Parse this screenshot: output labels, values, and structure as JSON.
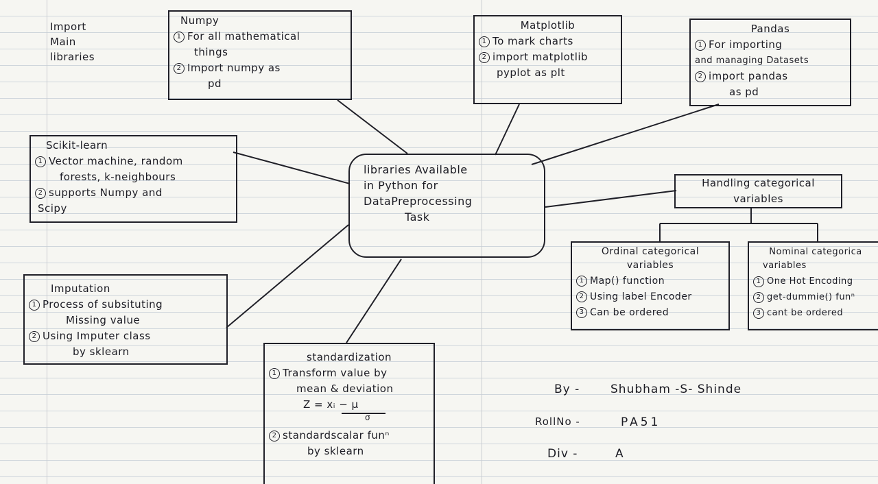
{
  "header": {
    "lines": [
      "Import",
      "Main",
      "libraries"
    ]
  },
  "center": {
    "lines": [
      "libraries Available",
      "in Python for",
      "DataPreprocessing",
      "Task"
    ]
  },
  "numpy": {
    "title": "Numpy",
    "items": [
      {
        "num": "1",
        "text": "For all mathematical",
        "cont": "things"
      },
      {
        "num": "2",
        "text": "Import numpy as",
        "cont": "pd"
      }
    ]
  },
  "matplotlib": {
    "title": "Matplotlib",
    "items": [
      {
        "num": "1",
        "text": "To mark charts"
      },
      {
        "num": "2",
        "text": "import matplotlib",
        "cont": "pyplot as plt"
      }
    ]
  },
  "pandas": {
    "title": "Pandas",
    "items": [
      {
        "num": "1",
        "text": "For importing",
        "cont": "and managing Datasets"
      },
      {
        "num": "2",
        "text": "import pandas",
        "cont": "as pd"
      }
    ]
  },
  "sklearn": {
    "title": "Scikit-learn",
    "items": [
      {
        "num": "1",
        "text": "Vector machine, random",
        "cont": "forests, k-neighbours"
      },
      {
        "num": "2",
        "text": "supports Numpy and",
        "cont": "Scipy"
      }
    ]
  },
  "categorical": {
    "lines": [
      "Handling categorical",
      "variables"
    ]
  },
  "ordinal": {
    "title": [
      "Ordinal categorical",
      "variables"
    ],
    "items": [
      {
        "num": "1",
        "text": "Map() function"
      },
      {
        "num": "2",
        "text": "Using label Encoder"
      },
      {
        "num": "3",
        "text": "Can be ordered"
      }
    ]
  },
  "nominal": {
    "title": [
      "Nominal categorica",
      "variables"
    ],
    "items": [
      {
        "num": "1",
        "text": "One Hot Encoding"
      },
      {
        "num": "2",
        "text": "get-dummie() funⁿ"
      },
      {
        "num": "3",
        "text": "cant be ordered"
      }
    ]
  },
  "imputation": {
    "title": "Imputation",
    "items": [
      {
        "num": "1",
        "text": "Process of subsituting",
        "cont": "Missing value"
      },
      {
        "num": "2",
        "text": "Using Imputer class",
        "cont": "by sklearn"
      }
    ]
  },
  "standardization": {
    "title": "standardization",
    "items": [
      {
        "num": "1",
        "text": "Transform value by",
        "cont": "mean & deviation"
      },
      {
        "num": "2",
        "text": "standardscalar funⁿ",
        "cont": "by sklearn"
      }
    ],
    "formula": "Z = xᵢ − μ",
    "formula_den": "σ"
  },
  "signature": {
    "by_label": "By -",
    "by_value": "Shubham -S- Shinde",
    "roll_label": "RollNo -",
    "roll_value": "PA51",
    "div_label": "Div -",
    "div_value": "A"
  }
}
